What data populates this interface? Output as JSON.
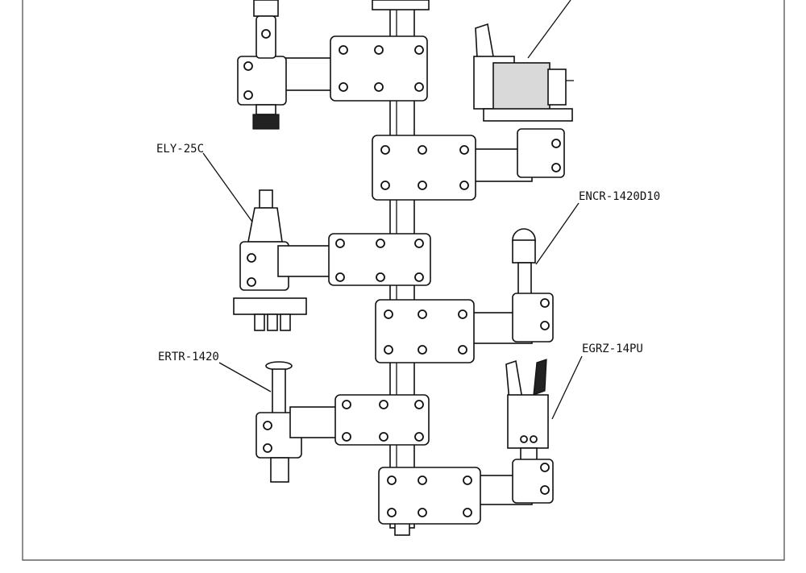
{
  "labels": {
    "ely": "ELY-25C",
    "encr": "ENCR-1420D10",
    "ertr": "ERTR-1420",
    "egrz": "EGRZ-14PU"
  },
  "colors": {
    "line": "#111111",
    "background": "#ffffff",
    "shade": "#d9d9d9"
  }
}
